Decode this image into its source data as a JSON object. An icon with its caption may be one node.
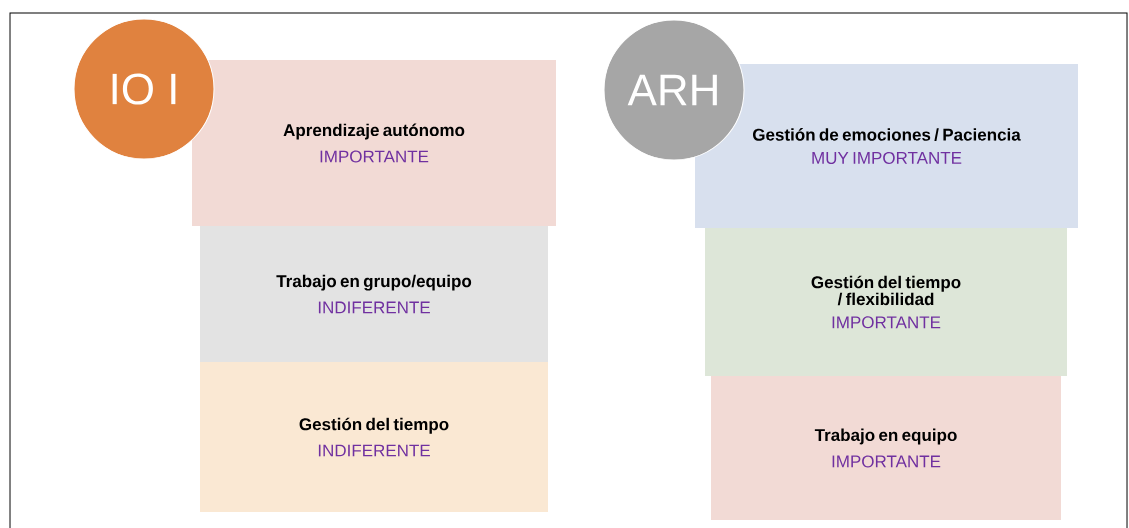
{
  "diagram": {
    "nodes": [
      {
        "text": [
          "IO I"
        ]
      },
      {
        "text": [
          "Aprendizaje autónomo",
          "IMPORTANTE"
        ]
      },
      {
        "text": [
          "Trabajo en grupo/equipo",
          "INDIFERENTE"
        ]
      },
      {
        "text": [
          "Gestión del tiempo",
          "INDIFERENTE"
        ]
      },
      {
        "text": [
          "ARH"
        ]
      },
      {
        "text": [
          "Gestión de emociones / Paciencia",
          "MUY IMPORTANTE"
        ]
      },
      {
        "text": [
          "Gestión del tiempo / flexibilidad",
          "IMPORTANTE"
        ]
      },
      {
        "text": [
          "Trabajo en equipo",
          "IMPORTANTE"
        ]
      }
    ]
  }
}
